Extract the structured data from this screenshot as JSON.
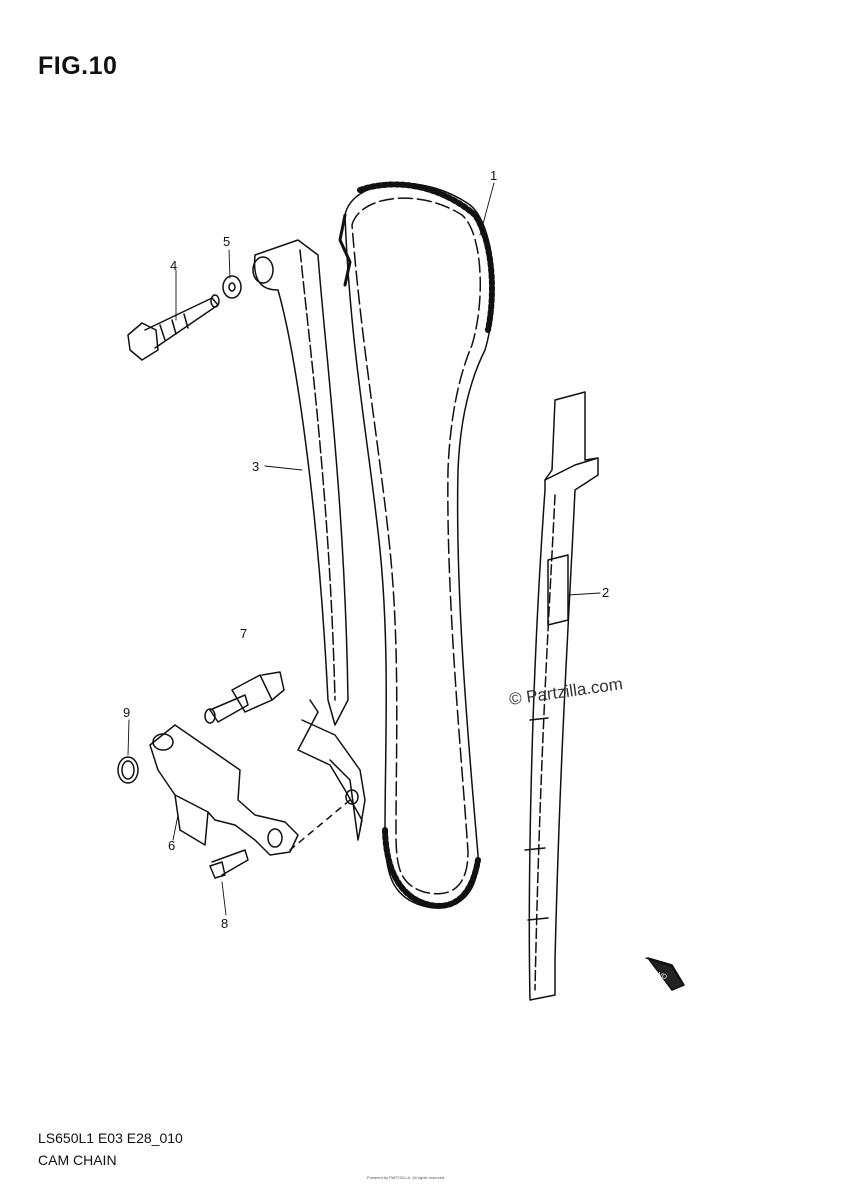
{
  "figure": {
    "title": "FIG.10"
  },
  "callouts": [
    {
      "id": "1",
      "label": "1"
    },
    {
      "id": "2",
      "label": "2"
    },
    {
      "id": "3",
      "label": "3"
    },
    {
      "id": "4",
      "label": "4"
    },
    {
      "id": "5",
      "label": "5"
    },
    {
      "id": "6",
      "label": "6"
    },
    {
      "id": "7",
      "label": "7"
    },
    {
      "id": "8",
      "label": "8"
    },
    {
      "id": "9",
      "label": "9"
    }
  ],
  "watermark": {
    "text": "© Partzilla.com"
  },
  "fwd_label": "FWD",
  "footer": {
    "model_code": "LS650L1 E03 E28_010",
    "section_name": "CAM CHAIN"
  },
  "tiny_note": "Powered by PARTZILLA. All rights reserved."
}
